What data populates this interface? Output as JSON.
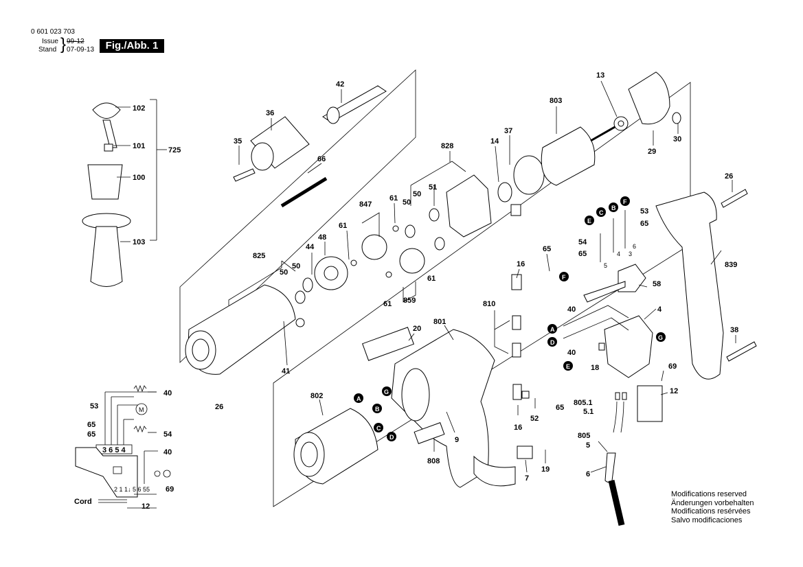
{
  "header": {
    "part_number": "0 601 023 703",
    "issue_label": "Issue",
    "issue_date_struck": "99-12",
    "stand_label": "Stand",
    "stand_date": "07-09-13",
    "figure_label": "Fig./Abb. 1"
  },
  "part_labels": [
    "102",
    "101",
    "725",
    "100",
    "103",
    "42",
    "36",
    "35",
    "66",
    "803",
    "13",
    "29",
    "30",
    "37",
    "14",
    "828",
    "51",
    "50",
    "847",
    "61",
    "48",
    "44",
    "825",
    "41",
    "26",
    "859",
    "65",
    "16",
    "F",
    "54",
    "53",
    "E",
    "C",
    "B",
    "810",
    "20",
    "801",
    "802",
    "A",
    "G",
    "D",
    "40",
    "4",
    "58",
    "839",
    "38",
    "18",
    "69",
    "12",
    "805.1",
    "5.1",
    "805",
    "5",
    "6",
    "7",
    "19",
    "52",
    "9",
    "808",
    "3",
    "1",
    "2",
    "M",
    "Cord"
  ],
  "circuit": {
    "label_53": "53",
    "label_65a": "65",
    "label_65b": "65",
    "label_40a": "40",
    "label_54": "54",
    "label_40b": "40",
    "label_69": "69",
    "label_12": "12",
    "terminals": "3 6 5 4",
    "motor": "M",
    "cord": "Cord",
    "switch_pins": "2 1 1↓ 5 6 55"
  },
  "footer": {
    "lines": [
      "Modifications reserved",
      "Änderungen vorbehalten",
      "Modifications resérvées",
      "Salvo modificaciones"
    ]
  }
}
